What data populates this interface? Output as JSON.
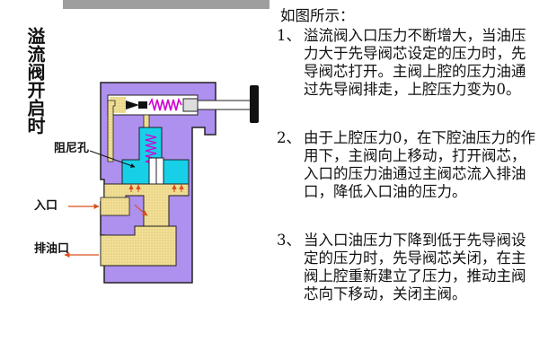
{
  "colors": {
    "valve_body": "#ae90ee",
    "high_pressure_oil": "#f2e09a",
    "upper_chamber_oil": "#18cfe8",
    "spring": "#d100d1",
    "flow_arrow": "#d94f1c",
    "top_stripe": "#9e9e9e"
  },
  "diagram": {
    "title": "溢流阀开启时",
    "labels": {
      "damping_hole": "阻尼孔",
      "inlet": "入口",
      "drain": "排油口"
    }
  },
  "explanation": {
    "intro": "如图所示：",
    "steps": [
      {
        "num": "1、",
        "text": "溢流阀入口压力不断增大，当油压力大于先导阀芯设定的压力时，先导阀芯打开。主阀上腔的压力油通过先导阀排走，上腔压力变为0。"
      },
      {
        "num": "2、",
        "text": "由于上腔压力0，在下腔油压力的作用下，主阀向上移动，打开阀芯，入口的压力油通过主阀芯流入排油口，降低入口油的压力。"
      },
      {
        "num": "3、",
        "text": "当入口油压力下降到低于先导阀设定的压力时，先导阀芯关闭，在主阀上腔重新建立了压力，推动主阀芯向下移动，关闭主阀。"
      }
    ]
  }
}
